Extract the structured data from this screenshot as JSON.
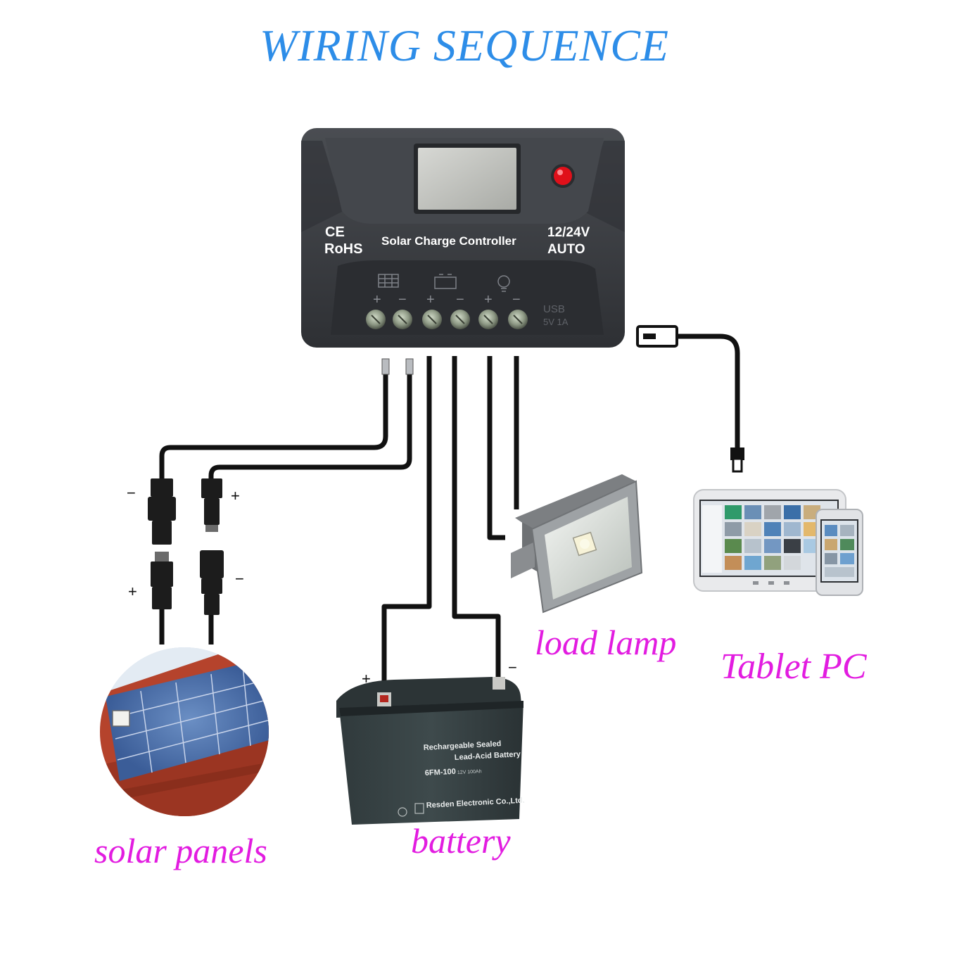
{
  "title": "WIRING SEQUENCE",
  "controller": {
    "name": "Solar Charge Controller",
    "voltage": "12/24V",
    "mode": "AUTO",
    "ce_mark": "CE",
    "rohs_mark": "RoHS",
    "usb_label": "USB",
    "usb_rating": "5V 1A",
    "terminal_icons": [
      "solar-panel-icon",
      "battery-icon",
      "bulb-icon"
    ]
  },
  "polarity": {
    "solar_top_left": "−",
    "solar_top_right": "+",
    "solar_bottom_left": "+",
    "solar_bottom_right": "−",
    "battery_positive": "+",
    "battery_negative": "−",
    "terminal_plus": "+",
    "terminal_minus": "−"
  },
  "battery": {
    "line1": "Rechargeable Sealed",
    "line2": "Lead-Acid Battery",
    "model": "6FM-100",
    "model_suffix": "12V 100Ah",
    "maker": "Resden Electronic Co.,Ltd."
  },
  "labels": {
    "solar": "solar panels",
    "battery": "battery",
    "lamp": "load lamp",
    "tablet": "Tablet PC"
  },
  "colors": {
    "title": "#2d8de8",
    "label": "#e21ce0",
    "housing": "#3d4044",
    "wire": "#111111"
  }
}
